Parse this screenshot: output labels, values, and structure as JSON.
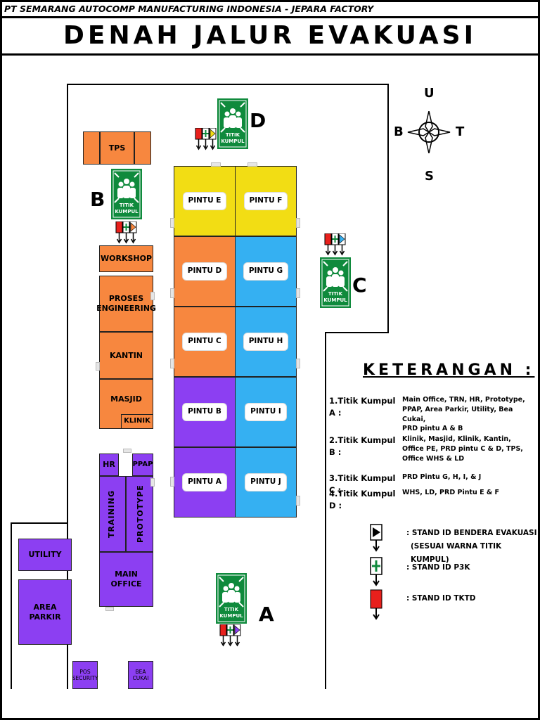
{
  "header": {
    "company": "PT SEMARANG AUTOCOMP MANUFACTURING INDONESIA - JEPARA FACTORY",
    "title": "DENAH JALUR EVAKUASI"
  },
  "compass": {
    "north": "U",
    "south": "S",
    "west": "B",
    "east": "T"
  },
  "assembly": {
    "label_line1": "TITIK",
    "label_line2": "KUMPUL",
    "points": [
      "A",
      "B",
      "C",
      "D"
    ]
  },
  "buildings": {
    "tps": "TPS",
    "workshop": "WORKSHOP",
    "proses_engineering_1": "PROSES",
    "proses_engineering_2": "ENGINEERING",
    "kantin": "KANTIN",
    "masjid": "MASJID",
    "klinik": "KLINIK",
    "hr": "HR",
    "ppap": "PPAP",
    "training": "TRAINING",
    "prototype": "PROTOTYPE",
    "main_office_1": "MAIN",
    "main_office_2": "OFFICE",
    "utility": "UTILITY",
    "area_parkir_1": "AREA",
    "area_parkir_2": "PARKIR",
    "pos_security_1": "POS",
    "pos_security_2": "SECURITY",
    "bea_cukai_1": "BEA",
    "bea_cukai_2": "CUKAI"
  },
  "doors": {
    "e": "PINTU E",
    "f": "PINTU F",
    "d": "PINTU D",
    "g": "PINTU G",
    "c": "PINTU C",
    "h": "PINTU H",
    "b": "PINTU B",
    "i": "PINTU I",
    "a": "PINTU A",
    "j": "PINTU J"
  },
  "legend": {
    "title": "KETERANGAN :",
    "items": [
      {
        "label": "1.Titik Kumpul A :",
        "lines": [
          "Main Office, TRN, HR, Prototype,",
          "PPAP, Area Parkir, Utility, Bea Cukai,",
          "PRD pintu A & B"
        ]
      },
      {
        "label": "2.Titik Kumpul B :",
        "lines": [
          "Klinik, Masjid, Klinik, Kantin,",
          "Office PE, PRD pintu C & D, TPS,",
          "Office WHS & LD"
        ]
      },
      {
        "label": "3.Titik Kumpul C :",
        "lines": [
          "PRD Pintu G, H, I, & J"
        ]
      },
      {
        "label": "4.Titik Kumpul D :",
        "lines": [
          "WHS, LD, PRD Pintu E & F"
        ]
      }
    ],
    "stand_flag_1": ": STAND ID BENDERA EVAKUASI",
    "stand_flag_2": "(SESUAI WARNA TITIK KUMPUL)",
    "stand_p3k": ": STAND ID P3K",
    "stand_tktd": ": STAND ID TKTD"
  },
  "colors": {
    "orange": "#f7873f",
    "purple": "#8c3ff2",
    "yellow": "#f2dd14",
    "blue": "#35b0f2",
    "green": "#0f8a3c",
    "red": "#e8201c"
  }
}
